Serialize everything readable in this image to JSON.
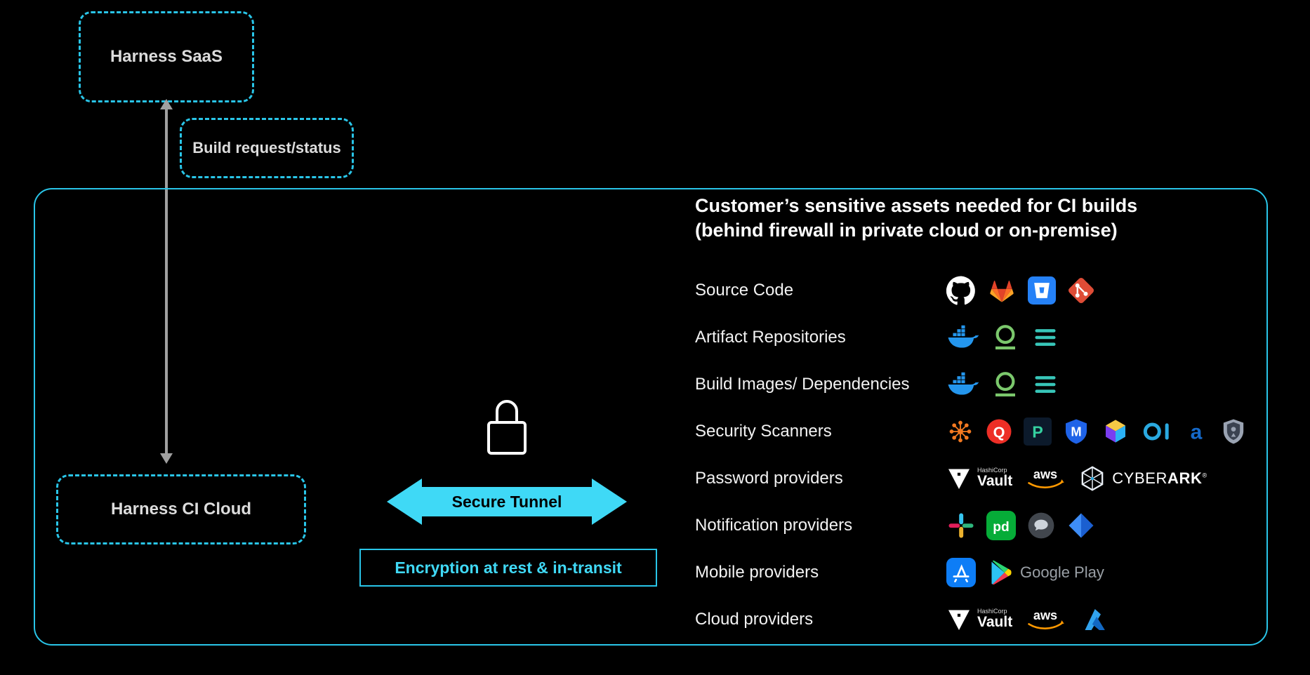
{
  "colors": {
    "background": "#000000",
    "accent_cyan": "#29c5e8",
    "tunnel_cyan": "#3fd9f6",
    "arrow_gray": "#a0a0a0",
    "text_white": "#ffffff"
  },
  "nodes": {
    "harness_saas": "Harness SaaS",
    "build_request": "Build request/status",
    "harness_ci_cloud": "Harness CI Cloud"
  },
  "tunnel": {
    "label": "Secure Tunnel",
    "encryption": "Encryption at rest & in-transit",
    "lock_icon": "padlock-icon"
  },
  "assets": {
    "title_line1": "Customer’s sensitive assets needed for CI builds",
    "title_line2": "(behind firewall in private cloud or on-premise)",
    "rows": [
      {
        "label": "Source Code",
        "icons": [
          "github",
          "gitlab",
          "bitbucket",
          "git"
        ]
      },
      {
        "label": "Artifact Repositories",
        "icons": [
          "docker",
          "sonatype",
          "artifactory"
        ]
      },
      {
        "label": "Build Images/ Dependencies",
        "icons": [
          "docker",
          "sonatype",
          "artifactory"
        ]
      },
      {
        "label": "Security Scanners",
        "icons": [
          "mesh-scanner",
          "qualys",
          "p-scanner",
          "m-shield-scanner",
          "cube-scanner",
          "o1-scanner",
          "aqua",
          "shield-scanner"
        ]
      },
      {
        "label": "Password providers",
        "icons": [
          "hashicorp-vault",
          "aws",
          "cyberark"
        ]
      },
      {
        "label": "Notification providers",
        "icons": [
          "slack",
          "pagerduty",
          "chat",
          "jira"
        ]
      },
      {
        "label": "Mobile providers",
        "icons": [
          "app-store",
          "google-play"
        ]
      },
      {
        "label": "Cloud providers",
        "icons": [
          "hashicorp-vault",
          "aws",
          "azure"
        ]
      }
    ]
  },
  "icon_text": {
    "hashicorp": "HashiCorp",
    "vault": "Vault",
    "aws": "aws",
    "cyberark_light": "CYBER",
    "cyberark_bold": "ARK",
    "cyberark_reg": "®",
    "google_play": "Google Play",
    "pagerduty": "pd",
    "qualys_q": "Q",
    "p_letter": "P",
    "m_letter": "M",
    "aqua_a": "a"
  }
}
